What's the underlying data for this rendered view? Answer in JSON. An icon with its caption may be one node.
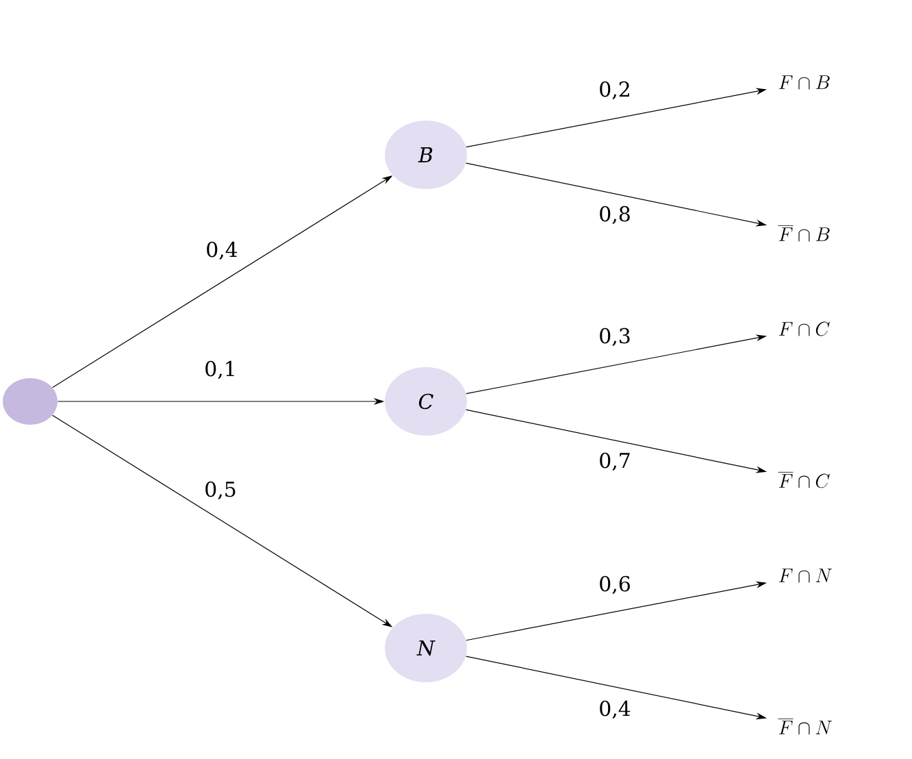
{
  "diagram": {
    "nodes": [
      {
        "text": [],
        "shape": "circle"
      },
      {
        "text": [
          "B"
        ]
      },
      {
        "text": [
          "C"
        ]
      },
      {
        "text": [
          "N"
        ]
      },
      {
        "text": [
          "F \\cap B"
        ]
      },
      {
        "text": [
          "\\overline{F} \\cap B"
        ]
      },
      {
        "text": [
          "F \\cap C"
        ]
      },
      {
        "text": [
          "\\overline{F} \\cap C"
        ]
      },
      {
        "text": [
          "F \\cap N"
        ]
      },
      {
        "text": [
          "\\overline{F} \\cap N"
        ]
      }
    ],
    "edges": [
      {
        "from": 0,
        "to": 1,
        "arrow": "to",
        "label": "0,4"
      },
      {
        "from": 0,
        "to": 2,
        "arrow": "to",
        "label": "0,1"
      },
      {
        "from": 0,
        "to": 3,
        "arrow": "to",
        "label": "0,5"
      },
      {
        "from": 1,
        "to": 4,
        "arrow": "to",
        "label": "0,2"
      },
      {
        "from": 1,
        "to": 5,
        "arrow": "to",
        "label": "0,8"
      },
      {
        "from": 2,
        "to": 6,
        "arrow": "to",
        "label": "0,3"
      },
      {
        "from": 2,
        "to": 7,
        "arrow": "to",
        "label": "0,7"
      },
      {
        "from": 3,
        "to": 8,
        "arrow": "to",
        "label": "0,6"
      },
      {
        "from": 3,
        "to": 9,
        "arrow": "to",
        "label": "0,4"
      }
    ]
  }
}
